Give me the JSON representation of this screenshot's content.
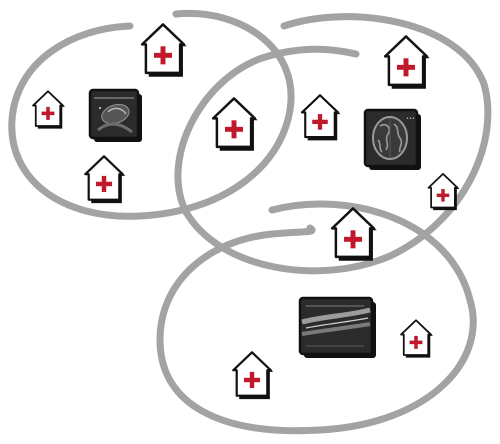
{
  "colors": {
    "background": "#ffffff",
    "loop_stroke": "#a3a3a3",
    "outline": "#111111",
    "house_fill": "#ffffff",
    "cross": "#c0192b",
    "scan_fill": "#2b2b2b",
    "scan_shadow": "#111111",
    "scan_detail": "#8a8a8a"
  },
  "diagram": {
    "clusters": [
      {
        "id": "cluster-top-left",
        "hospital_count": 4,
        "scan": "ultrasound-scan-icon"
      },
      {
        "id": "cluster-top-right",
        "hospital_count": 4,
        "scan": "brain-mri-scan-icon"
      },
      {
        "id": "cluster-bottom",
        "hospital_count": 3,
        "scan": "xray-bone-scan-icon"
      }
    ],
    "icons": {
      "hospital": "hospital-house-icon",
      "cross": "red-cross-icon",
      "scan_ultrasound": "ultrasound-scan-icon",
      "scan_mri": "brain-mri-scan-icon",
      "scan_xray": "xray-bone-scan-icon"
    }
  }
}
